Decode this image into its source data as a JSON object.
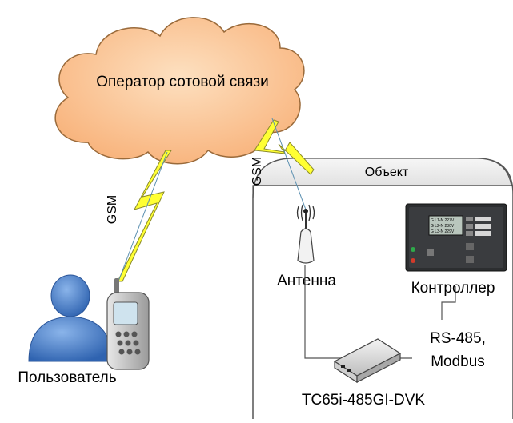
{
  "cloud": {
    "label": "Оператор сотовой связи"
  },
  "links": {
    "gsm_left": "GSM",
    "gsm_right": "GSM"
  },
  "object_area": {
    "label": "Объект"
  },
  "user": {
    "label": "Пользователь"
  },
  "antenna": {
    "label": "Антенна"
  },
  "controller": {
    "label": "Контроллер",
    "screen_rows": [
      "G L1-N 227V",
      "G L2-N 230V",
      "G L3-N 229V"
    ]
  },
  "bus": {
    "line1": "RS-485,",
    "line2": "Modbus"
  },
  "modem": {
    "label": "TC65i-485GI-DVK"
  },
  "colors": {
    "cloud_fill": "#fbc896",
    "cloud_stroke": "#9a6a3a",
    "lightning": "#ffff33",
    "person": "#4a7fc8",
    "frame_header": "#ededed"
  }
}
